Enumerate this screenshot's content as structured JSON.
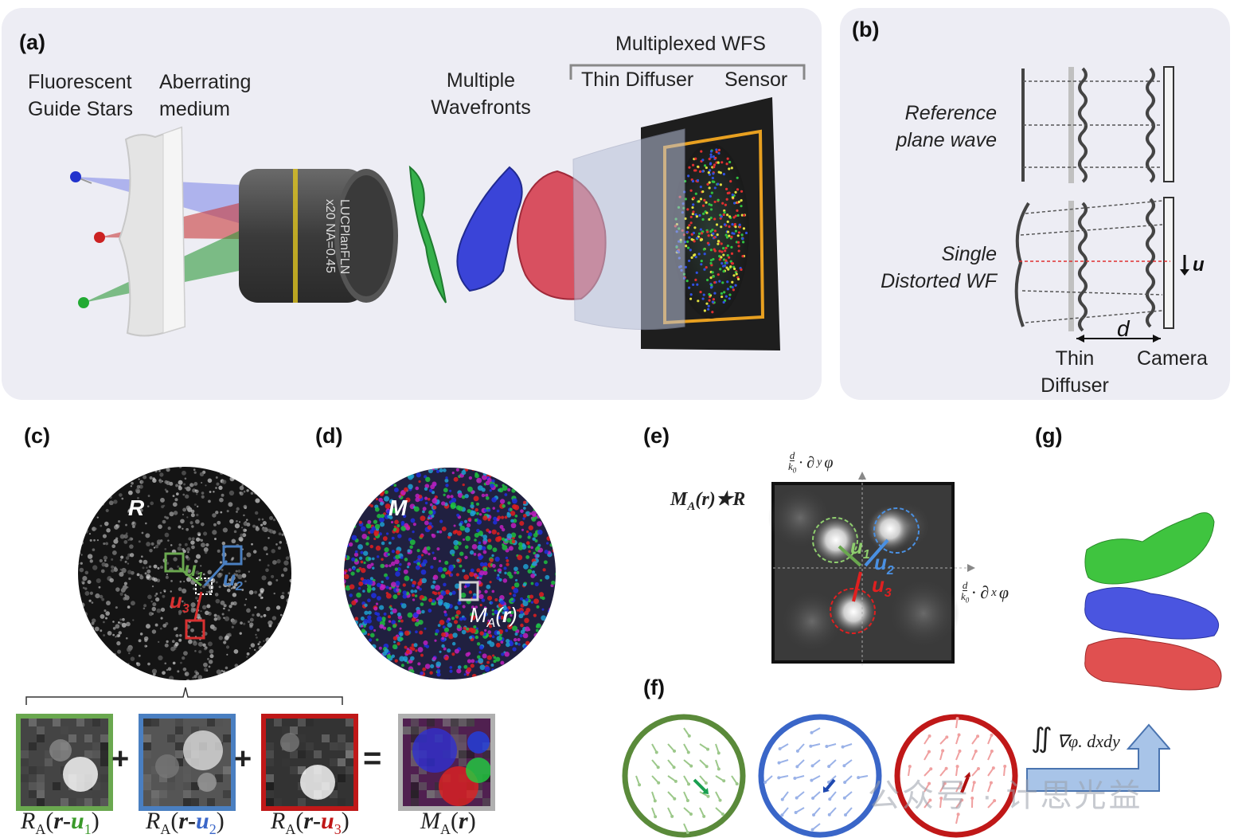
{
  "panel_a": {
    "label": "(a)",
    "guide_stars": [
      "Fluorescent",
      "Guide Stars"
    ],
    "aberrating": [
      "Aberrating",
      "medium"
    ],
    "wavefronts": [
      "Multiple",
      "Wavefronts"
    ],
    "wfs_title": "Multiplexed WFS",
    "thin_diffuser": "Thin Diffuser",
    "sensor": "Sensor",
    "objective_text": [
      "LUCPlanFLN",
      "x20 NA=0.45"
    ],
    "star_colors": [
      "#2233cc",
      "#cc2222",
      "#22aa33"
    ]
  },
  "panel_b": {
    "label": "(b)",
    "reference": [
      "Reference",
      "plane wave"
    ],
    "distorted": [
      "Single",
      "Distorted WF"
    ],
    "d": "d",
    "u": "u",
    "thin_diffuser": [
      "Thin",
      "Diffuser"
    ],
    "camera": "Camera"
  },
  "panel_c": {
    "label": "(c)",
    "R": "R",
    "u1": "u",
    "u1_sub": "1",
    "u2": "u",
    "u2_sub": "2",
    "u3": "u",
    "u3_sub": "3",
    "plus1": "+",
    "plus2": "+",
    "equals": "=",
    "cap_r": "R",
    "cap_a": "A",
    "cap_r_bold": "r",
    "cap_minus": "-",
    "cap_u": "u",
    "cap_1": "1",
    "cap_2": "2",
    "cap_3": "3",
    "cap_M": "M",
    "colors": {
      "green": "#6aa84f",
      "blue": "#4a7fc1",
      "red": "#d83030",
      "gray": "#b0b0b0"
    }
  },
  "panel_d": {
    "label": "(d)",
    "M": "M",
    "MA": "M",
    "MA_sub": "A",
    "MA_r": "r"
  },
  "panel_e": {
    "label": "(e)",
    "title_M": "M",
    "title_sub": "A",
    "title_rest": "(r)★R",
    "ylab_frac_num": "d",
    "ylab_frac_den": "k",
    "ylab_frac_den_sub": "0",
    "ylab_op": "· ∂",
    "ylab_sub": "y",
    "ylab_phi": "φ",
    "xlab_frac_num": "d",
    "xlab_frac_den": "k",
    "xlab_frac_den_sub": "0",
    "xlab_op": "· ∂",
    "xlab_sub": "x",
    "xlab_phi": "φ",
    "u1": "u",
    "u1_sub": "1",
    "u2": "u",
    "u2_sub": "2",
    "u3": "u",
    "u3_sub": "3"
  },
  "panel_f": {
    "label": "(f)",
    "integral": "∬",
    "integrand": "∇φ. dxdy",
    "ring_colors": [
      "#5a8a3a",
      "#3a66c8",
      "#c01818"
    ]
  },
  "panel_g": {
    "label": "(g)",
    "surface_colors": [
      "#3fc43f",
      "#4a55e0",
      "#e05050"
    ]
  },
  "watermark": "公众号 · 计思光益"
}
